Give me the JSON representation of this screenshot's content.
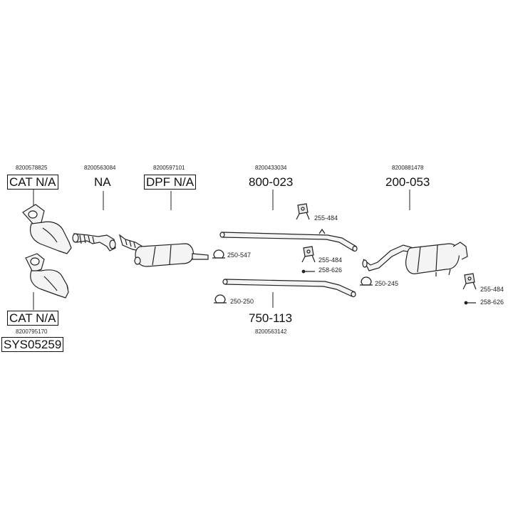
{
  "system_id": "SYS05259",
  "parts": {
    "cat_front": {
      "oem": "8200578825",
      "label": "CAT N/A"
    },
    "flex_pipe": {
      "oem": "8200563084",
      "label": "NA"
    },
    "dpf": {
      "oem": "8200597101",
      "label": "DPF N/A"
    },
    "cat_lower": {
      "oem": "8200795170",
      "label": "CAT N/A"
    },
    "mid_pipe": {
      "oem": "8200433034",
      "code": "800-023"
    },
    "lower_pipe": {
      "oem": "8200563142",
      "code": "750-113"
    },
    "rear_muffler": {
      "oem": "8200881478",
      "code": "200-053"
    }
  },
  "accessories": {
    "clamp_a": "250-547",
    "clamp_b": "250-250",
    "clamp_c": "250-245",
    "hanger_a": "255-484",
    "hanger_b": "255-484",
    "hanger_c": "255-484",
    "bolt_a": "258-626",
    "bolt_b": "258-626"
  }
}
